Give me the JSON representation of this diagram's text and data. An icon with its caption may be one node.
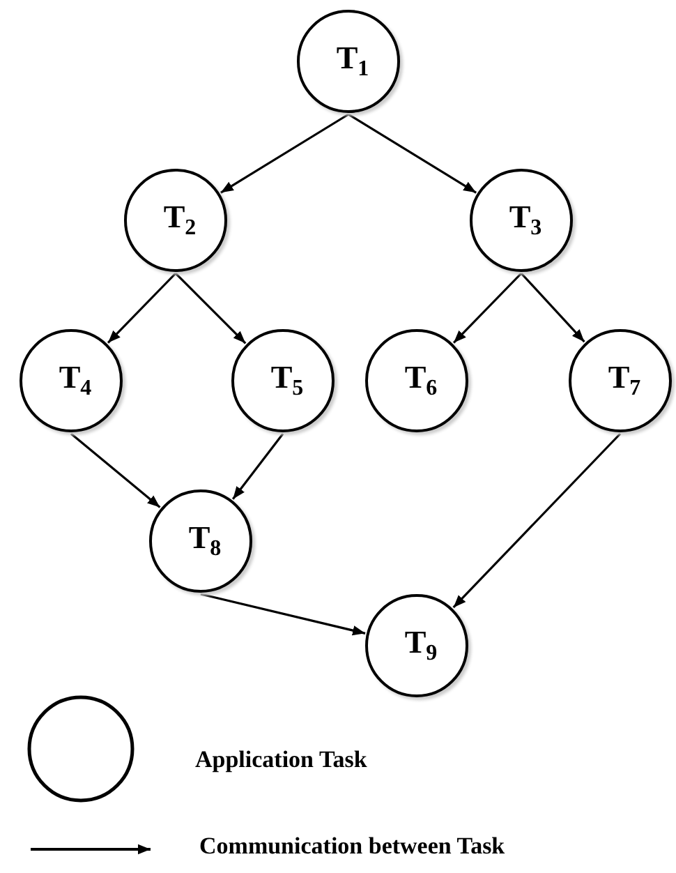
{
  "diagram": {
    "nodes": [
      {
        "text": [
          "T$_{1}$"
        ]
      },
      {
        "text": [
          "T$_{2}$"
        ]
      },
      {
        "text": [
          "T$_{3}$"
        ]
      },
      {
        "text": [
          "T$_{4}$"
        ]
      },
      {
        "text": [
          "T$_{5}$"
        ]
      },
      {
        "text": [
          "T$_{6}$"
        ]
      },
      {
        "text": [
          "T$_{7}$"
        ]
      },
      {
        "text": [
          "T$_{8}$"
        ]
      },
      {
        "text": [
          "T$_{9}$"
        ]
      }
    ],
    "edges": [
      {
        "from": 0,
        "to": 1,
        "arrow": "to"
      },
      {
        "from": 0,
        "to": 2,
        "arrow": "to"
      },
      {
        "from": 1,
        "to": 3,
        "arrow": "to"
      },
      {
        "from": 1,
        "to": 4,
        "arrow": "to"
      },
      {
        "from": 2,
        "to": 5,
        "arrow": "to"
      },
      {
        "from": 2,
        "to": 6,
        "arrow": "to"
      },
      {
        "from": 3,
        "to": 7,
        "arrow": "to"
      },
      {
        "from": 4,
        "to": 7,
        "arrow": "to"
      },
      {
        "from": 6,
        "to": 8,
        "arrow": "to"
      },
      {
        "from": 7,
        "to": 8,
        "arrow": "to"
      }
    ],
    "legend": [
      {
        "text": "Application Task"
      },
      {
        "text": "Communication between Task"
      }
    ]
  }
}
